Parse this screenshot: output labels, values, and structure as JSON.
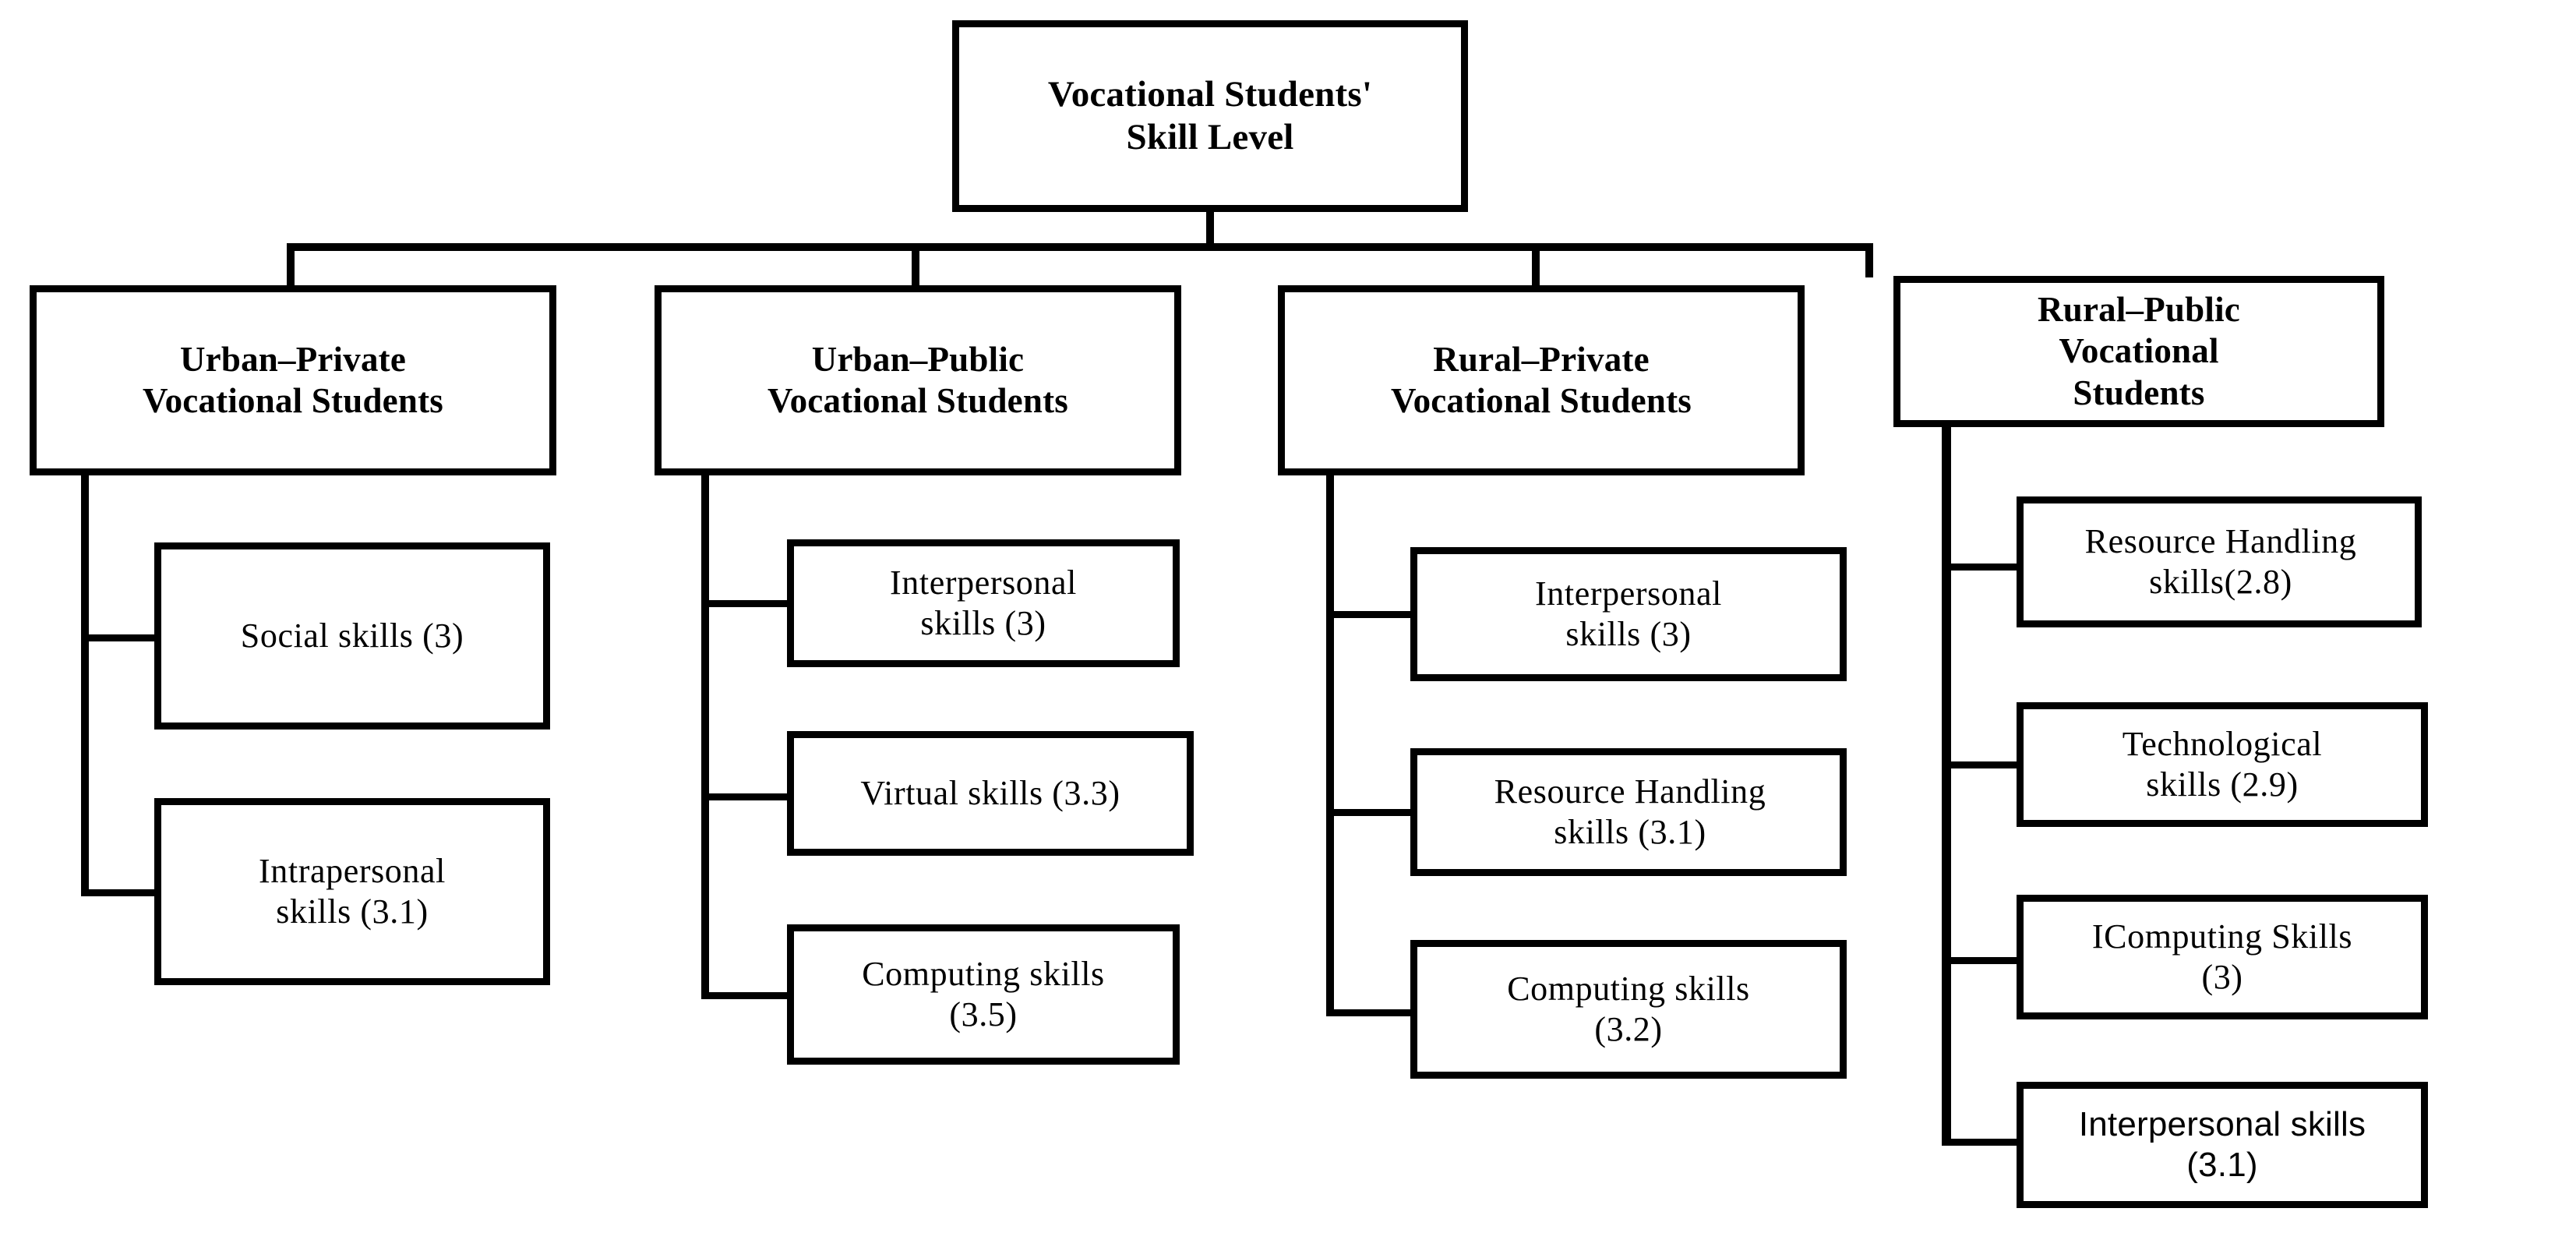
{
  "diagram": {
    "title_node": {
      "label": "Vocational Students'\nSkill Level"
    },
    "groups": [
      {
        "label": "Urban–Private\nVocational Students",
        "children": [
          {
            "label": "Social skills (3)",
            "skill": "Social skills",
            "value": 3
          },
          {
            "label": "Intrapersonal\nskills (3.1)",
            "skill": "Intrapersonal skills",
            "value": 3.1
          }
        ]
      },
      {
        "label": "Urban–Public\nVocational Students",
        "children": [
          {
            "label": "Interpersonal\nskills (3)",
            "skill": "Interpersonal skills",
            "value": 3
          },
          {
            "label": "Virtual skills (3.3)",
            "skill": "Virtual skills",
            "value": 3.3
          },
          {
            "label": "Computing skills\n(3.5)",
            "skill": "Computing skills",
            "value": 3.5
          }
        ]
      },
      {
        "label": "Rural–Private\nVocational Students",
        "children": [
          {
            "label": "Interpersonal\nskills  (3)",
            "skill": "Interpersonal skills",
            "value": 3
          },
          {
            "label": "Resource Handling\nskills (3.1)",
            "skill": "Resource Handling skills",
            "value": 3.1
          },
          {
            "label": "Computing skills\n(3.2)",
            "skill": "Computing skills",
            "value": 3.2
          }
        ]
      },
      {
        "label": "Rural–Public\nVocational\nStudents",
        "children": [
          {
            "label": "Resource Handling\nskills(2.8)",
            "skill": "Resource Handling skills",
            "value": 2.8
          },
          {
            "label": "Technological\nskills (2.9)",
            "skill": "Technological skills",
            "value": 2.9
          },
          {
            "label": "IComputing Skills\n(3)",
            "skill": "IComputing Skills",
            "value": 3
          },
          {
            "label": "Interpersonal skills\n(3.1)",
            "skill": "Interpersonal skills",
            "value": 3.1
          }
        ]
      }
    ],
    "colors": {
      "stroke": "#000000",
      "fill": "#ffffff",
      "text": "#000000"
    }
  }
}
